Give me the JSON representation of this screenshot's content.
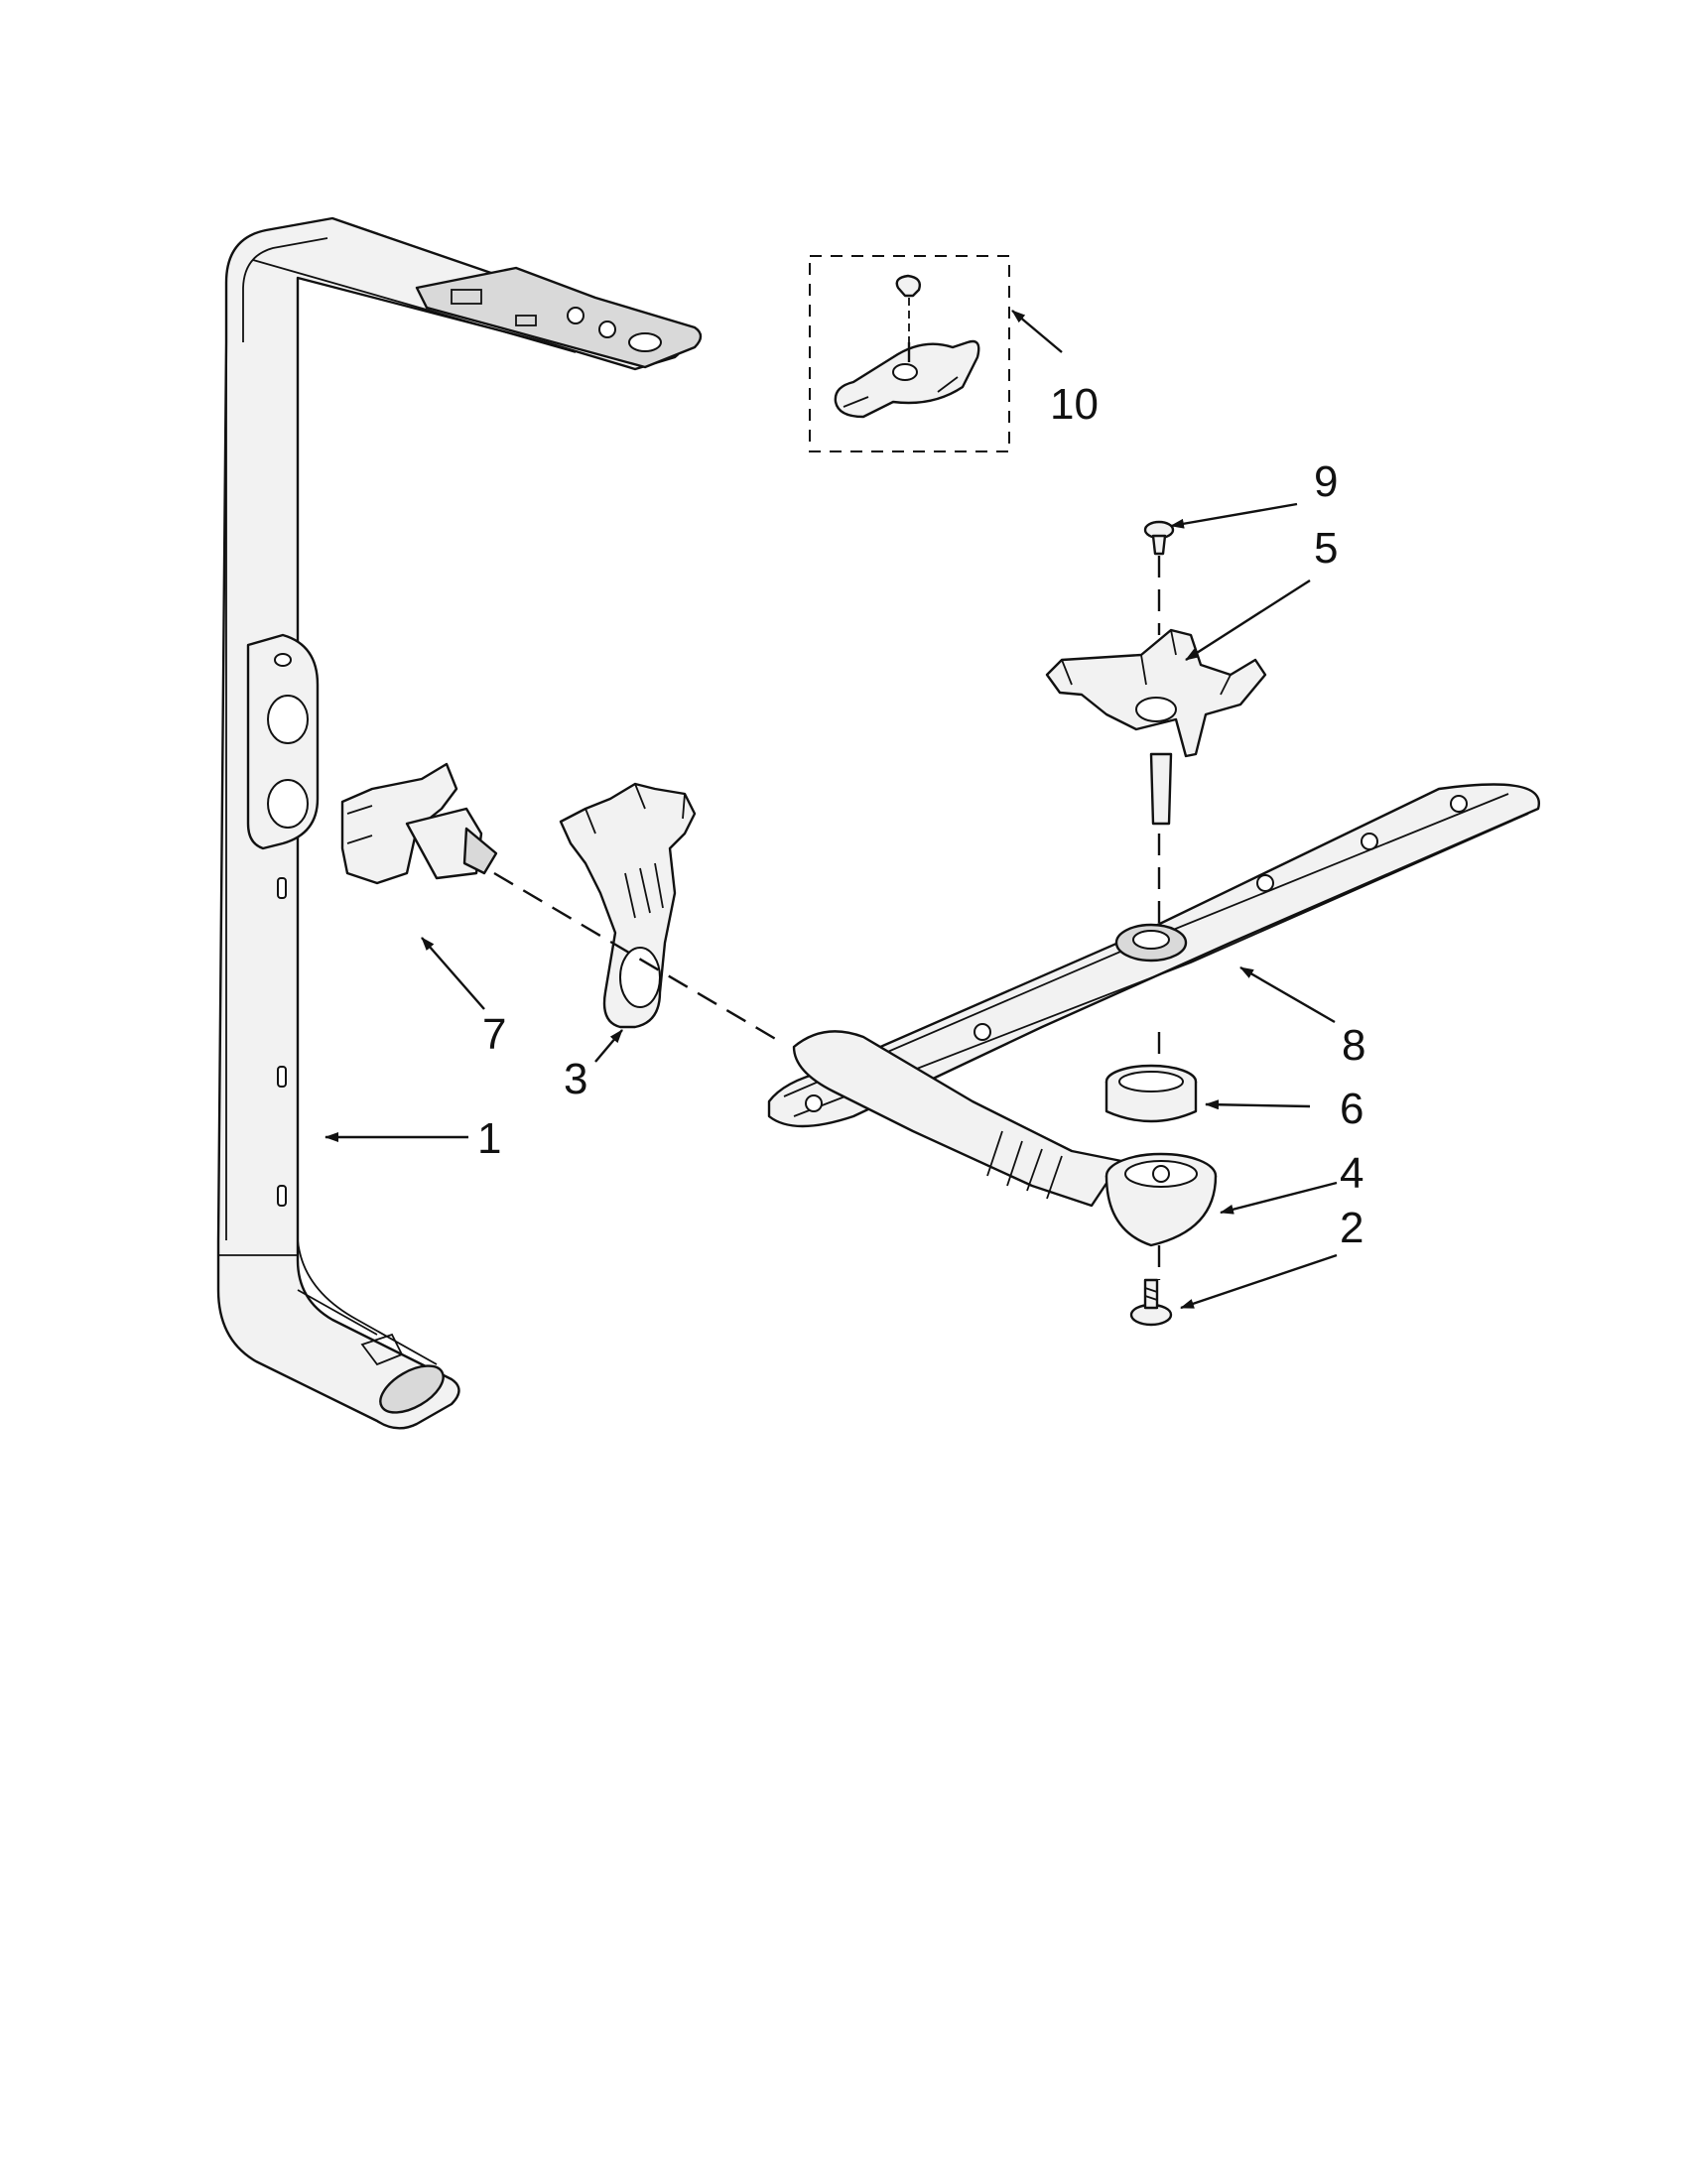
{
  "callouts": {
    "c1": "1",
    "c2": "2",
    "c3": "3",
    "c4": "4",
    "c5": "5",
    "c6": "6",
    "c7": "7",
    "c8": "8",
    "c9": "9",
    "c10": "10"
  },
  "parts": [
    {
      "id": "1",
      "icon": "manifold-tube-icon"
    },
    {
      "id": "2",
      "icon": "screw-icon"
    },
    {
      "id": "3",
      "icon": "clip-bracket-icon"
    },
    {
      "id": "4",
      "icon": "spray-arm-hub-icon"
    },
    {
      "id": "5",
      "icon": "spray-arm-mount-icon"
    },
    {
      "id": "6",
      "icon": "ring-seal-icon"
    },
    {
      "id": "7",
      "icon": "valve-connector-icon"
    },
    {
      "id": "8",
      "icon": "spray-arm-icon"
    },
    {
      "id": "9",
      "icon": "screw-icon"
    },
    {
      "id": "10",
      "icon": "kit-assembly-icon"
    }
  ]
}
